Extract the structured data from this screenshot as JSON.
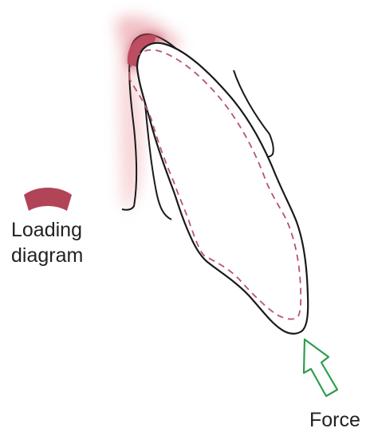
{
  "legend": {
    "line1": "Loading",
    "line2": "diagram"
  },
  "force_label": "Force",
  "colors": {
    "tooth_outline": "#1a1a1a",
    "loading_fill": "#b24457",
    "loading_glow": "#e07a85",
    "dashed_line": "#b5556a",
    "force_arrow": "#2e9e4a",
    "background": "#ffffff"
  }
}
